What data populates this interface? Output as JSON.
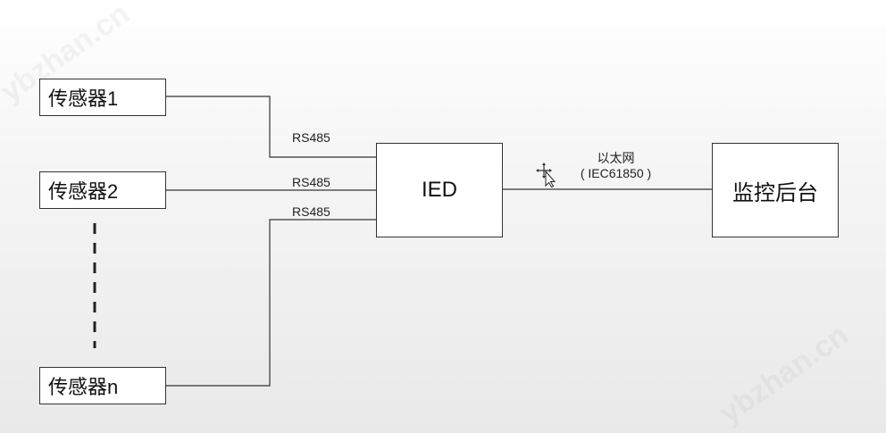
{
  "sensors": [
    {
      "label": "传感器1"
    },
    {
      "label": "传感器2"
    },
    {
      "label": "传感器n"
    }
  ],
  "ied": {
    "label": "IED"
  },
  "monitor": {
    "label": "监控后台"
  },
  "links": {
    "rs485_top": "RS485",
    "rs485_mid": "RS485",
    "rs485_bot": "RS485",
    "ethernet_line1": "以太网",
    "ethernet_line2": "( IEC61850 )"
  },
  "watermark": {
    "text_top": "ybzhan.cn",
    "text_bottom": "ybzhan.cn"
  },
  "colors": {
    "line": "#333333",
    "box_fill": "#ffffff",
    "box_border": "#333333",
    "dash": "#222222"
  }
}
